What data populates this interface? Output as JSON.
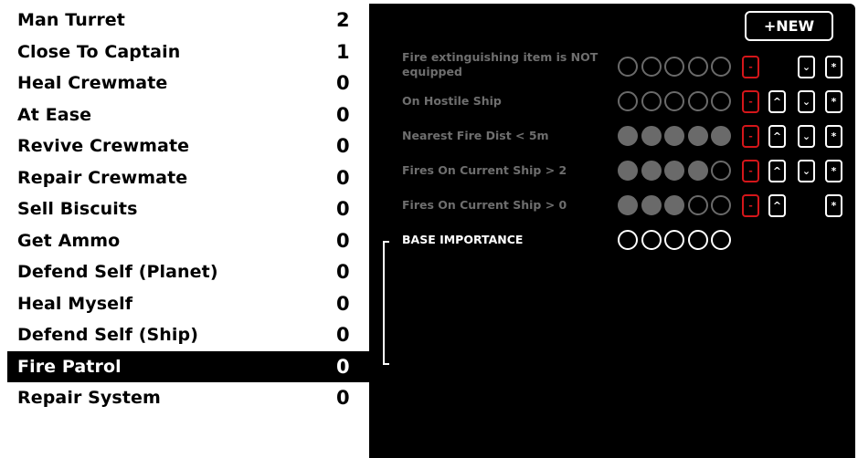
{
  "tasks": [
    {
      "name": "Man Turret",
      "count": "2"
    },
    {
      "name": "Close To Captain",
      "count": "1"
    },
    {
      "name": "Heal Crewmate",
      "count": "0"
    },
    {
      "name": "At Ease",
      "count": "0"
    },
    {
      "name": "Revive Crewmate",
      "count": "0"
    },
    {
      "name": "Repair Crewmate",
      "count": "0"
    },
    {
      "name": "Sell Biscuits",
      "count": "0"
    },
    {
      "name": "Get Ammo",
      "count": "0"
    },
    {
      "name": "Defend Self (Planet)",
      "count": "0"
    },
    {
      "name": "Heal Myself",
      "count": "0"
    },
    {
      "name": "Defend Self (Ship)",
      "count": "0"
    },
    {
      "name": "Fire Patrol",
      "count": "0"
    },
    {
      "name": "Repair System",
      "count": "0"
    }
  ],
  "selected_task": "Fire Patrol",
  "panel": {
    "new_button_label": "+NEW",
    "rules": [
      {
        "label": "Fire extinguishing item is NOT equipped",
        "filled": 0,
        "total": 5,
        "minus": "-",
        "up": "",
        "down": "⌄",
        "star": "*"
      },
      {
        "label": "On Hostile Ship",
        "filled": 0,
        "total": 5,
        "minus": "-",
        "up": "^",
        "down": "⌄",
        "star": "*"
      },
      {
        "label": "Nearest Fire Dist < 5m",
        "filled": 5,
        "total": 5,
        "minus": "-",
        "up": "^",
        "down": "⌄",
        "star": "*"
      },
      {
        "label": "Fires On Current Ship > 2",
        "filled": 4,
        "total": 5,
        "minus": "-",
        "up": "^",
        "down": "⌄",
        "star": "*"
      },
      {
        "label": "Fires On Current Ship > 0",
        "filled": 3,
        "total": 5,
        "minus": "-",
        "up": "^",
        "down": "",
        "star": "*"
      }
    ],
    "base_importance": {
      "label": "BASE IMPORTANCE",
      "filled": 0,
      "total": 5
    }
  },
  "colors": {
    "minus_red": "#d4161a",
    "inactive_gray": "#6a6a6a",
    "panel_bg": "#000000"
  }
}
